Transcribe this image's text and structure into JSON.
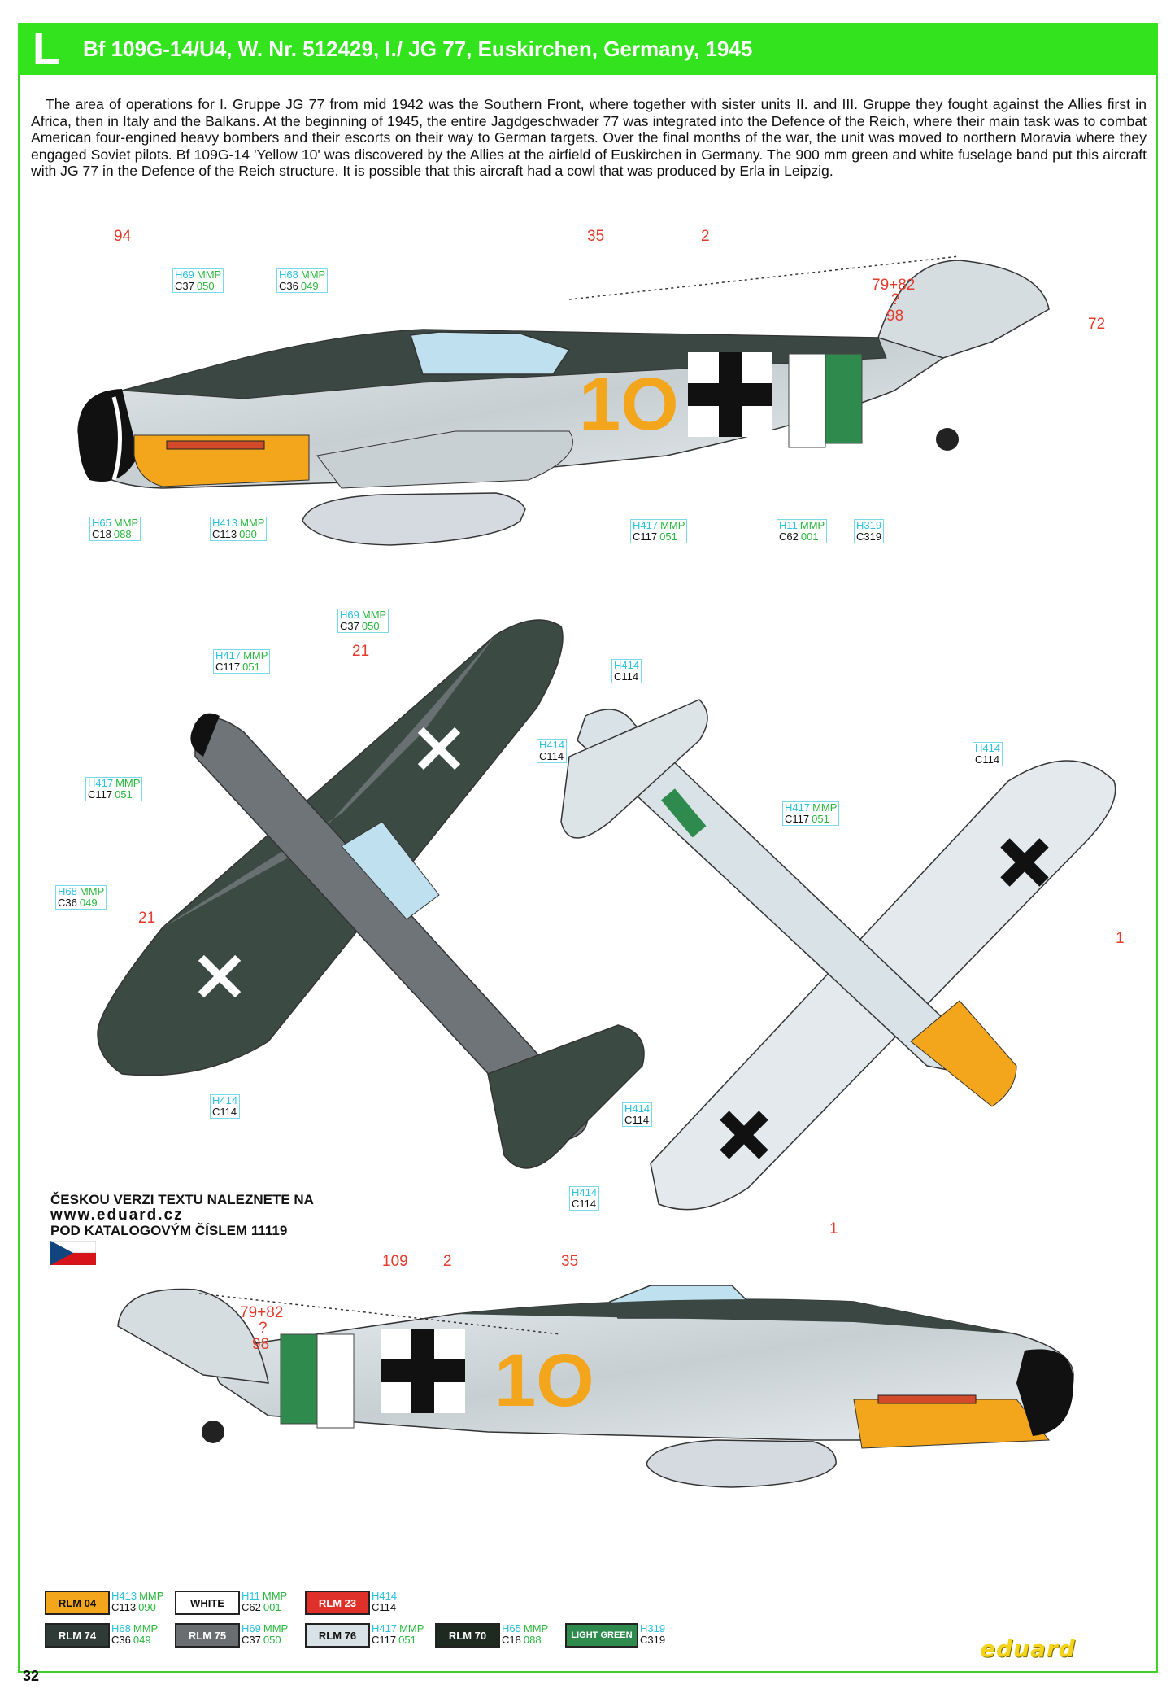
{
  "header": {
    "letter": "L",
    "title": "Bf 109G-14/U4, W. Nr. 512429, I./ JG 77, Euskirchen, Germany, 1945"
  },
  "description": "The area of operations for I. Gruppe JG 77 from mid 1942 was the Southern Front, where together with sister units II. and III. Gruppe they fought against the Allies first in Africa, then in Italy and the Balkans. At the beginning of 1945, the entire Jagdgeschwader 77 was integrated into the Defence of the Reich, where their main task was to combat American four-engined heavy bombers and their escorts on their way to German targets. Over the final months of the war, the unit was moved to northern Moravia where they engaged Soviet pilots. Bf 109G-14 'Yellow 10' was discovered by the Allies at the airfield of Euskirchen in Germany. The 900 mm green and white fuselage band put this aircraft with JG 77 in the Defence of the Reich structure. It is possible that this aircraft had a cowl that was produced by Erla in Leipzig.",
  "profile_top": {
    "fuselage_code": "10",
    "werknummer": "512429",
    "stencil_labels": [
      "94",
      "35",
      "2",
      "79+82",
      "?",
      "98",
      "72"
    ],
    "callouts": [
      {
        "h": "H69",
        "mmp": "MMP",
        "c": "C37",
        "n": "050"
      },
      {
        "h": "H68",
        "mmp": "MMP",
        "c": "C36",
        "n": "049"
      },
      {
        "h": "H65",
        "mmp": "MMP",
        "c": "C18",
        "n": "088"
      },
      {
        "h": "H413",
        "mmp": "MMP",
        "c": "C113",
        "n": "090"
      },
      {
        "h": "H417",
        "mmp": "MMP",
        "c": "C117",
        "n": "051"
      },
      {
        "h": "H11",
        "mmp": "MMP",
        "c": "C62",
        "n": "001"
      },
      {
        "h": "H319",
        "mmp": "",
        "c": "C319",
        "n": ""
      }
    ]
  },
  "plan_views": {
    "labels": [
      "21",
      "21",
      "1",
      "1"
    ],
    "callouts": [
      {
        "h": "H69",
        "mmp": "MMP",
        "c": "C37",
        "n": "050"
      },
      {
        "h": "H417",
        "mmp": "MMP",
        "c": "C117",
        "n": "051"
      },
      {
        "h": "H417",
        "mmp": "MMP",
        "c": "C117",
        "n": "051"
      },
      {
        "h": "H68",
        "mmp": "MMP",
        "c": "C36",
        "n": "049"
      },
      {
        "h": "H414",
        "mmp": "",
        "c": "C114",
        "n": ""
      },
      {
        "h": "H414",
        "mmp": "",
        "c": "C114",
        "n": ""
      },
      {
        "h": "H414",
        "mmp": "",
        "c": "C114",
        "n": ""
      },
      {
        "h": "H414",
        "mmp": "",
        "c": "C114",
        "n": ""
      },
      {
        "h": "H417",
        "mmp": "MMP",
        "c": "C117",
        "n": "051"
      },
      {
        "h": "H414",
        "mmp": "",
        "c": "C114",
        "n": ""
      },
      {
        "h": "H414",
        "mmp": "",
        "c": "C114",
        "n": ""
      }
    ]
  },
  "czech_note": {
    "line1": "ČESKOU VERZI TEXTU NALEZNETE NA",
    "line2": "www.eduard.cz",
    "line3": "POD KATALOGOVÝM ČÍSLEM 11119"
  },
  "profile_bottom": {
    "fuselage_code": "10",
    "stencil_labels": [
      "109",
      "2",
      "35",
      "79+82",
      "?",
      "98"
    ]
  },
  "legend": [
    {
      "name": "RLM 04",
      "color": "#f3a51c",
      "text_color": "#111111",
      "h": "H413",
      "mmp": "MMP",
      "c": "C113",
      "n": "090"
    },
    {
      "name": "WHITE",
      "color": "#ffffff",
      "text_color": "#111111",
      "h": "H11",
      "mmp": "MMP",
      "c": "C62",
      "n": "001"
    },
    {
      "name": "RLM 23",
      "color": "#e0302a",
      "text_color": "#ffffff",
      "h": "H414",
      "mmp": "",
      "c": "C114",
      "n": ""
    },
    {
      "name": "RLM 74",
      "color": "#2f3b36",
      "text_color": "#ffffff",
      "h": "H68",
      "mmp": "MMP",
      "c": "C36",
      "n": "049"
    },
    {
      "name": "RLM 75",
      "color": "#6b6e70",
      "text_color": "#ffffff",
      "h": "H69",
      "mmp": "MMP",
      "c": "C37",
      "n": "050"
    },
    {
      "name": "RLM 76",
      "color": "#d9e2e7",
      "text_color": "#111111",
      "h": "H417",
      "mmp": "MMP",
      "c": "C117",
      "n": "051"
    },
    {
      "name": "RLM 70",
      "color": "#1e2a20",
      "text_color": "#ffffff",
      "h": "H65",
      "mmp": "MMP",
      "c": "C18",
      "n": "088"
    },
    {
      "name": "LIGHT GREEN",
      "color": "#2f8a4e",
      "text_color": "#ffffff",
      "h": "H319",
      "mmp": "",
      "c": "C319",
      "n": ""
    }
  ],
  "page_number": "32",
  "brand": "eduard"
}
